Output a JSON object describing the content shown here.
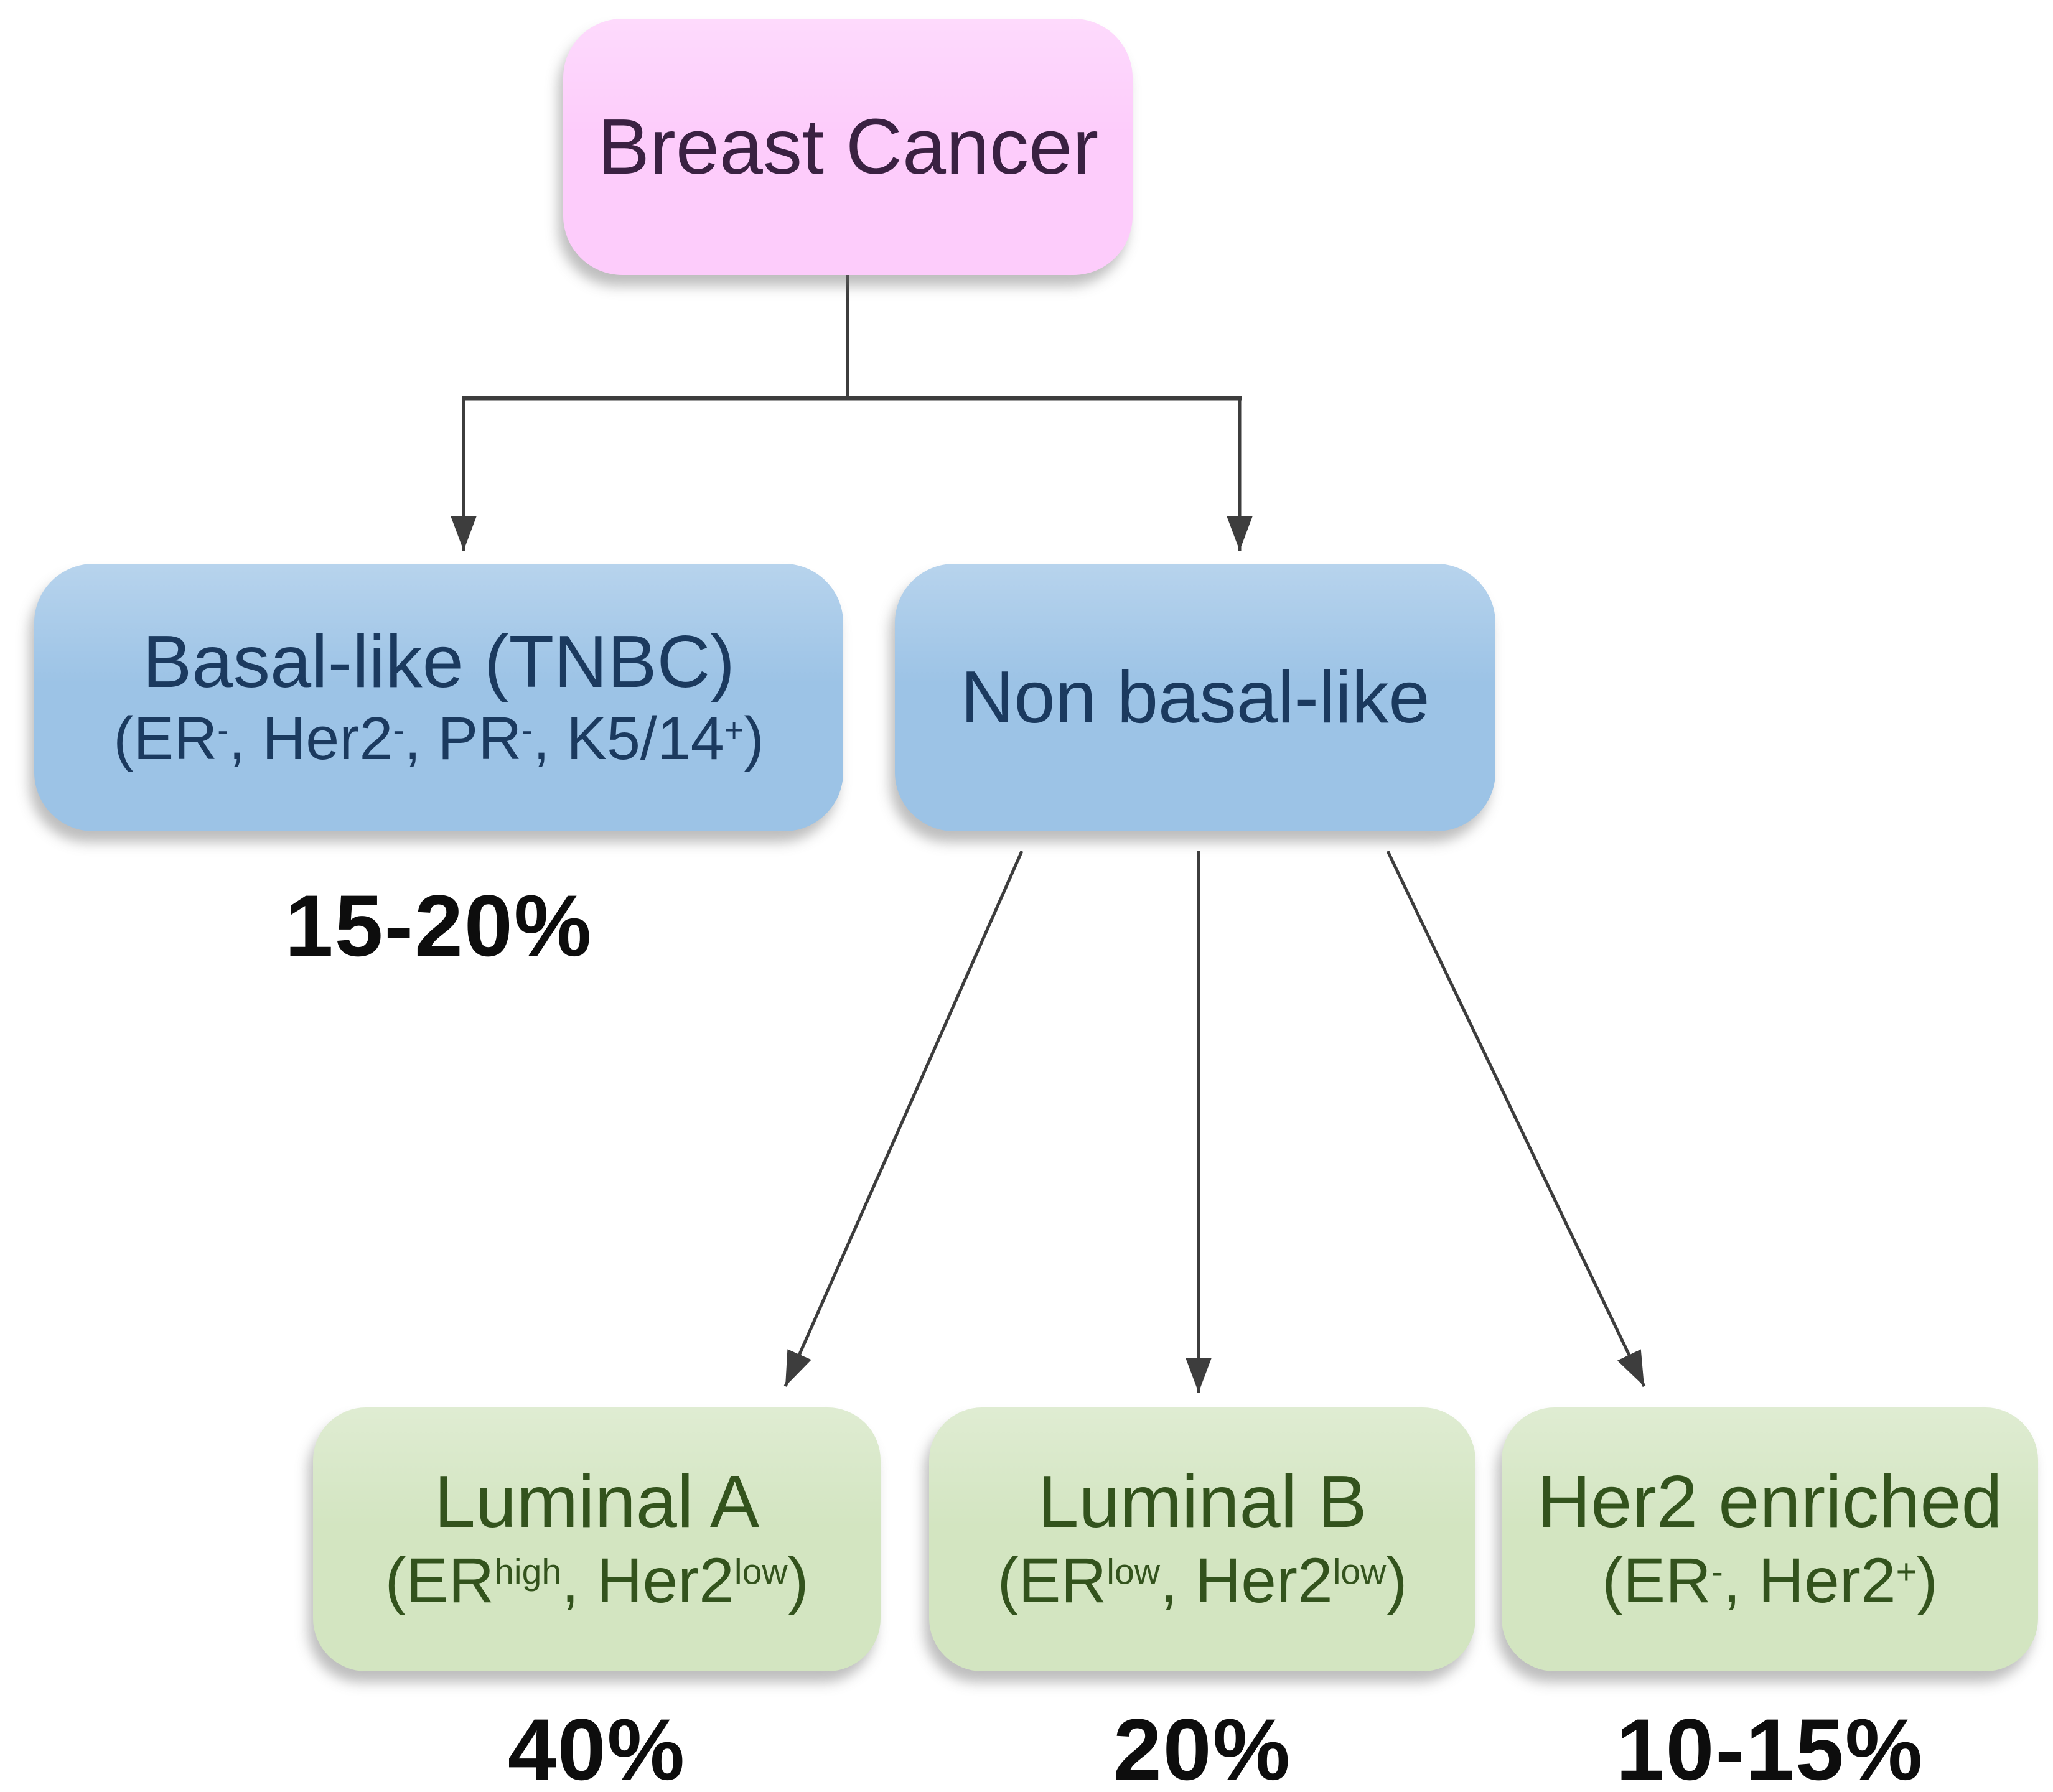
{
  "root_box": {
    "label": "Breast Cancer"
  },
  "branch_boxes": {
    "basal": {
      "title": "Basal-like (TNBC)",
      "subtitle_parts": [
        "(ER",
        "-",
        ", Her2",
        "-",
        ", PR",
        "-",
        ", K5/14",
        "+",
        ")"
      ],
      "percent": "15-20%"
    },
    "non_basal": {
      "title": "Non basal-like"
    }
  },
  "subtype_boxes": [
    {
      "title": "Luminal A",
      "subtitle_parts": [
        "(ER",
        "high",
        ", Her2",
        "low",
        ")"
      ],
      "percent": "40%"
    },
    {
      "title": "Luminal B",
      "subtitle_parts": [
        "(ER",
        "low",
        ", Her2",
        "low",
        ")"
      ],
      "percent": "20%"
    },
    {
      "title": "Her2 enriched",
      "subtitle_parts": [
        "(ER",
        "-",
        ", Her2",
        "+",
        ")"
      ],
      "percent": "10-15%"
    }
  ],
  "colors": {
    "root_fill": "#fdccfb",
    "root_text": "#3a2142",
    "branch_fill": "#9cc3e6",
    "branch_text": "#1b3a5f",
    "subtype_fill": "#d3e5c1",
    "subtype_text": "#33531d",
    "percent_text": "#0d0d0d",
    "connector": "#3d3d3d"
  }
}
